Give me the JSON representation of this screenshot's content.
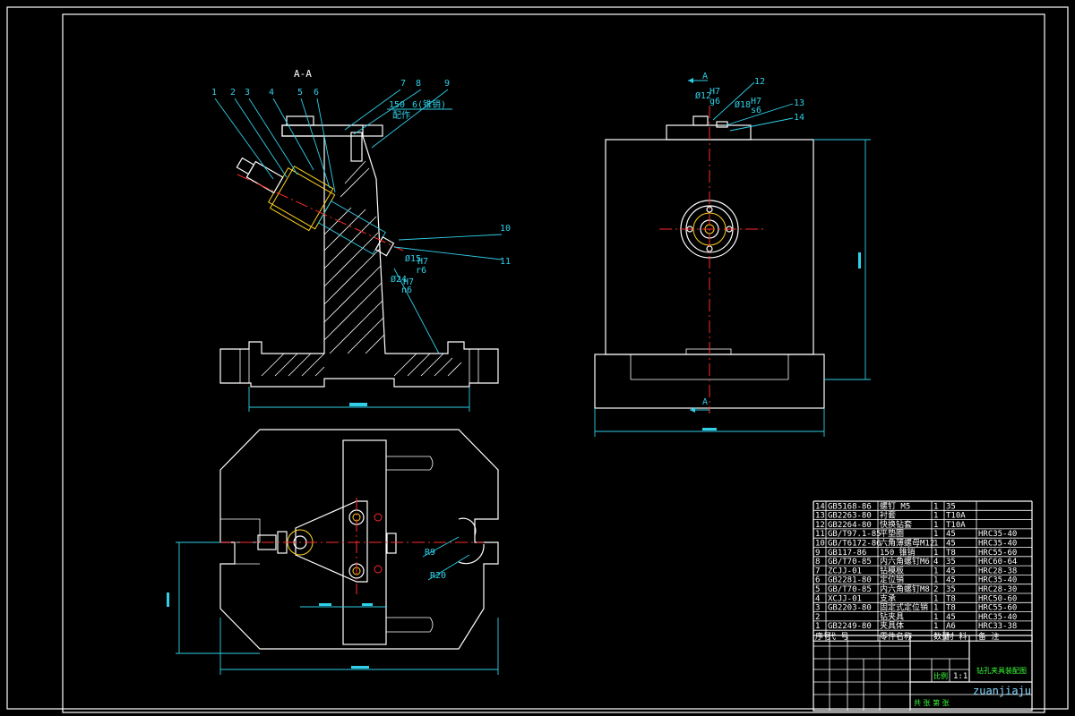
{
  "section_label": "A-A",
  "leaders": [
    "1",
    "2",
    "3",
    "4",
    "5",
    "6",
    "7",
    "8",
    "9",
    "10",
    "11",
    "12",
    "13",
    "14"
  ],
  "section_note_1": "150",
  "section_note_2": "6(锥销)",
  "section_note_3": "配作",
  "fit_labels": {
    "d12": "Ø12",
    "h7_a": "H7",
    "g6": "g6",
    "d18": "Ø18",
    "h7_b": "H7",
    "s6": "s6",
    "d15": "Ø15",
    "h7_c": "H7",
    "r6": "r6",
    "d24": "Ø24",
    "h7_d": "H7",
    "n6": "n6"
  },
  "arrow_a": "A",
  "radius_labels": [
    "R9",
    "R20"
  ],
  "watermark": "zuanjiaju",
  "parts_table": {
    "rows": [
      {
        "no": "14",
        "code": "GB5168-86",
        "name": "螺钉 M5",
        "qty": "1",
        "mat": "35",
        "note": ""
      },
      {
        "no": "13",
        "code": "GB2263-80",
        "name": "衬套",
        "qty": "1",
        "mat": "T10A",
        "note": ""
      },
      {
        "no": "12",
        "code": "GB2264-80",
        "name": "快换钻套",
        "qty": "1",
        "mat": "T10A",
        "note": ""
      },
      {
        "no": "11",
        "code": "GB/T97.1-85",
        "name": "平垫圈",
        "qty": "1",
        "mat": "45",
        "note": "HRC35-40"
      },
      {
        "no": "10",
        "code": "GB/T6172-86",
        "name": "六角薄螺母M12",
        "qty": "1",
        "mat": "45",
        "note": "HRC35-40"
      },
      {
        "no": "9",
        "code": "GB117-86",
        "name": "150 锥销",
        "qty": "1",
        "mat": "T8",
        "note": "HRC55-60"
      },
      {
        "no": "8",
        "code": "GB/T70-85",
        "name": "内六角螺钉M6",
        "qty": "4",
        "mat": "35",
        "note": "HRC60-64"
      },
      {
        "no": "7",
        "code": "ZCJJ-01",
        "name": "钻模板",
        "qty": "1",
        "mat": "45",
        "note": "HRC28-38"
      },
      {
        "no": "6",
        "code": "GB2281-80",
        "name": "定位销",
        "qty": "1",
        "mat": "45",
        "note": "HRC35-40"
      },
      {
        "no": "5",
        "code": "GB/T70-85",
        "name": "内六角螺钉M8",
        "qty": "2",
        "mat": "35",
        "note": "HRC28-30"
      },
      {
        "no": "4",
        "code": "XCJJ-01",
        "name": "支承",
        "qty": "1",
        "mat": "T8",
        "note": "HRC50-60"
      },
      {
        "no": "3",
        "code": "GB2203-80",
        "name": "固定式定位销",
        "qty": "1",
        "mat": "T8",
        "note": "HRC55-60"
      },
      {
        "no": "2",
        "code": "",
        "name": "钻夹具",
        "qty": "1",
        "mat": "45",
        "note": "HRC35-40"
      },
      {
        "no": "1",
        "code": "GB2249-80",
        "name": "夹具体",
        "qty": "1",
        "mat": "A6",
        "note": "HRC33-38"
      }
    ],
    "header": {
      "no": "序号",
      "code": "代 号",
      "name": "零件名称",
      "qty": "数量",
      "mat": "材 料",
      "note": "备 注"
    }
  },
  "title_block": {
    "drawing_title": "钻孔夹具装配图",
    "scale_label": "比例",
    "scale_value": "1:1",
    "sheet_label": "共 张 第 张"
  },
  "colors": {
    "line": "#ffffff",
    "center": "#ff2a2a",
    "dimension": "#2fd0e8",
    "highlight": "#ffd21f",
    "titleblock": "#3cff3c"
  }
}
